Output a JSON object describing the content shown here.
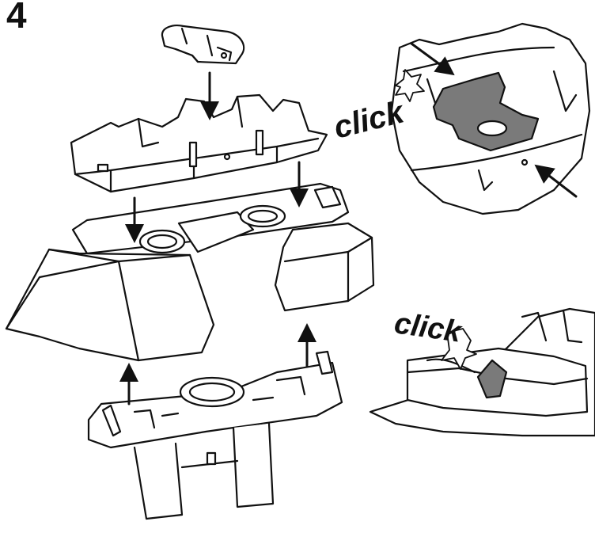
{
  "step": {
    "number": "4"
  },
  "labels": {
    "click_top": "click",
    "click_bottom": "click"
  },
  "colors": {
    "line": "#111111",
    "highlight": "#7a7a7a",
    "background": "#ffffff"
  }
}
